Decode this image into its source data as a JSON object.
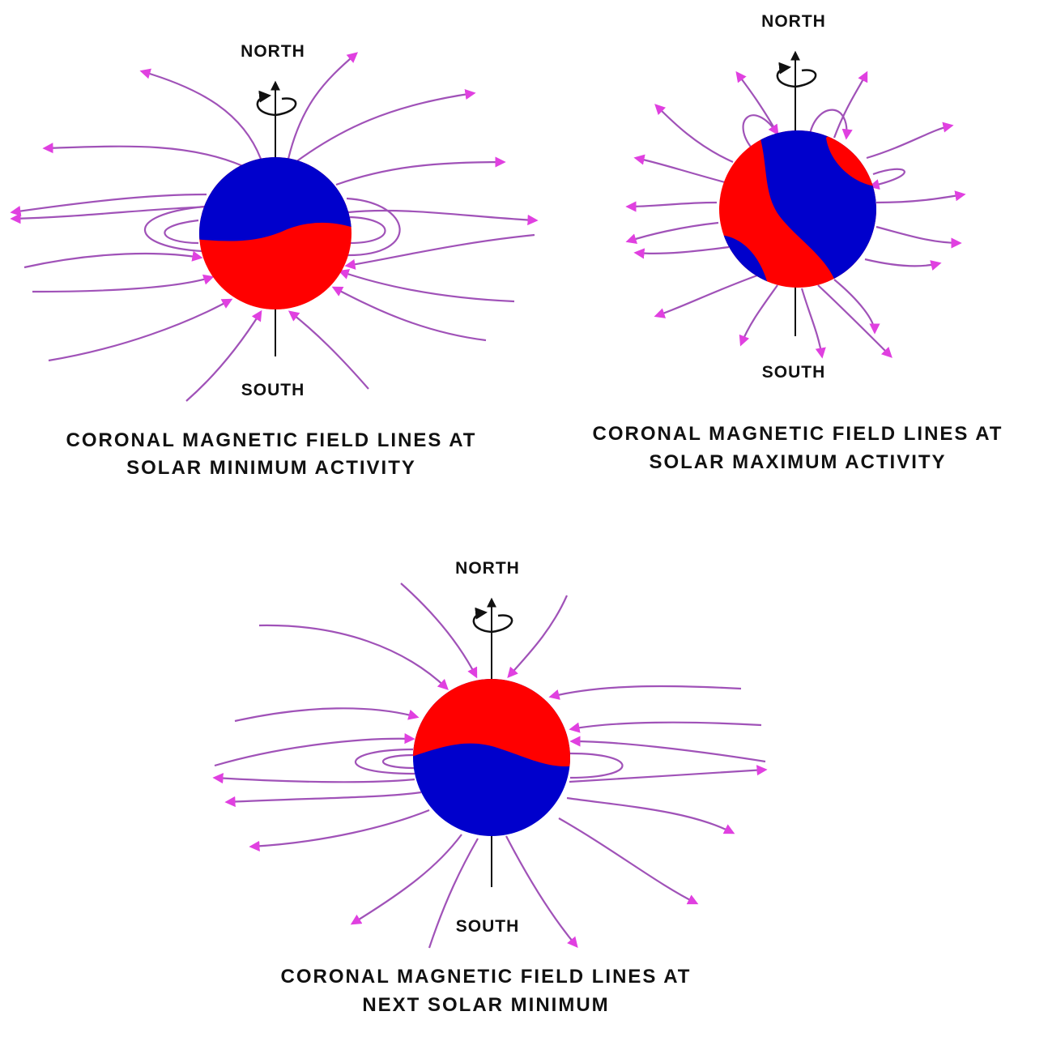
{
  "colors": {
    "north_polarity": "#0000cc",
    "south_polarity": "#ff0000",
    "field_line": "#a052b8",
    "arrow": "#e040e0"
  },
  "panels": [
    {
      "north": "NORTH",
      "south": "SOUTH",
      "caption_line1": "CORONAL MAGNETIC FIELD LINES AT",
      "caption_line2": "SOLAR MINIMUM ACTIVITY"
    },
    {
      "north": "NORTH",
      "south": "SOUTH",
      "caption_line1": "CORONAL MAGNETIC FIELD LINES AT",
      "caption_line2": "SOLAR MAXIMUM ACTIVITY"
    },
    {
      "north": "NORTH",
      "south": "SOUTH",
      "caption_line1": "CORONAL MAGNETIC FIELD LINES AT",
      "caption_line2": "NEXT SOLAR MINIMUM"
    }
  ]
}
